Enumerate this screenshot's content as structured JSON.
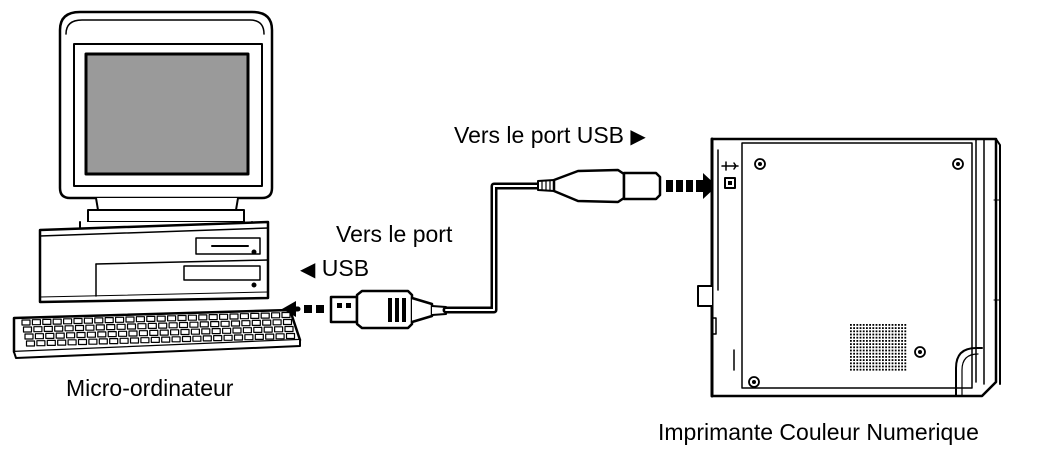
{
  "labels": {
    "computer": "Micro-ordinateur",
    "printer": "Imprimante Couleur Numerique",
    "printer_port_text": "Vers le port USB",
    "printer_port_arrow": "▶",
    "computer_port_line1": "Vers le port",
    "computer_port_arrow": "◀",
    "computer_port_line2": "USB"
  },
  "colors": {
    "ink": "#000000",
    "paper": "#ffffff",
    "screen": "#9a9a9a"
  }
}
